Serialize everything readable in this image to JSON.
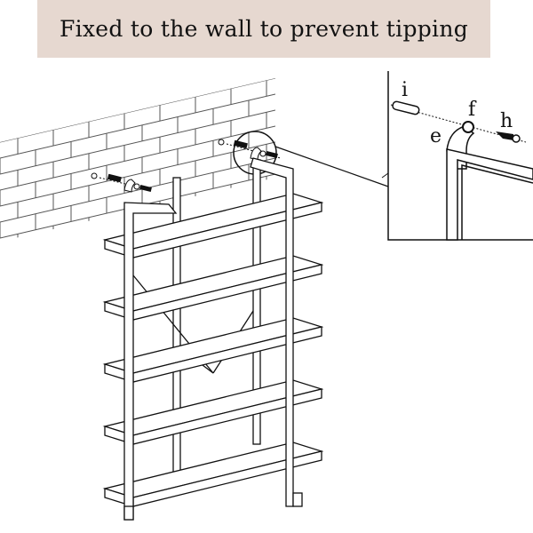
{
  "title": "Fixed to the wall to prevent tipping",
  "parts": {
    "i": "i",
    "e": "e",
    "f": "f",
    "h": "h"
  }
}
